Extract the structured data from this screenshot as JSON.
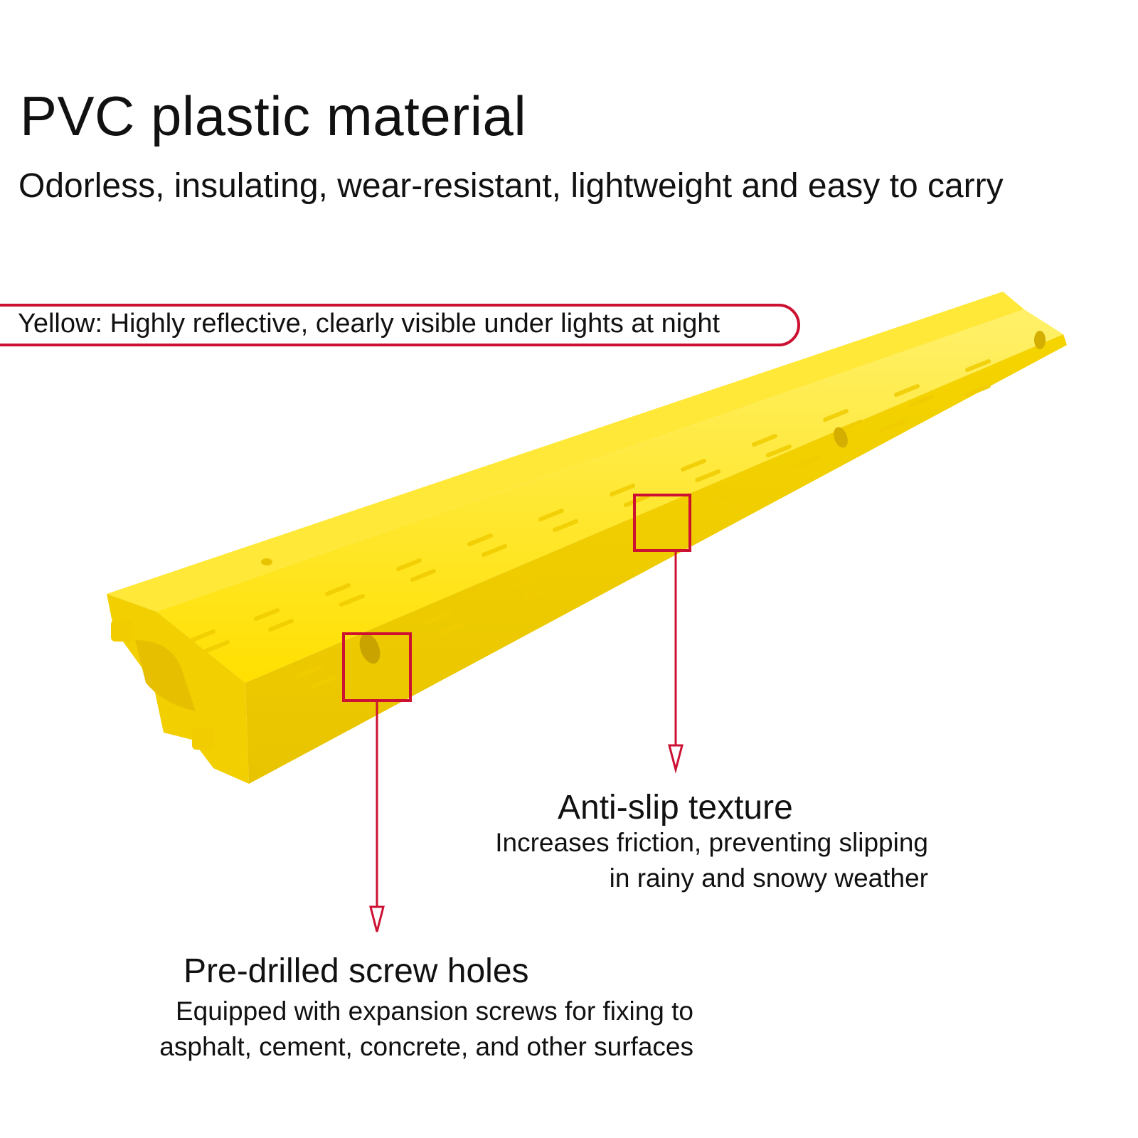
{
  "header": {
    "title": "PVC plastic material",
    "subtitle": "Odorless, insulating, wear-resistant, lightweight and easy to carry"
  },
  "banner": {
    "text": "Yellow: Highly reflective, clearly visible under lights at night"
  },
  "callouts": [
    {
      "title": "Anti-slip texture",
      "lines": [
        "Increases friction, preventing slipping",
        "in rainy and snowy weather"
      ]
    },
    {
      "title": "Pre-drilled screw holes",
      "lines": [
        "Equipped with expansion screws for fixing to",
        "asphalt, cement, concrete, and other surfaces"
      ]
    }
  ],
  "colors": {
    "accent": "#cc1133",
    "product_yellow": "#ffe000"
  }
}
